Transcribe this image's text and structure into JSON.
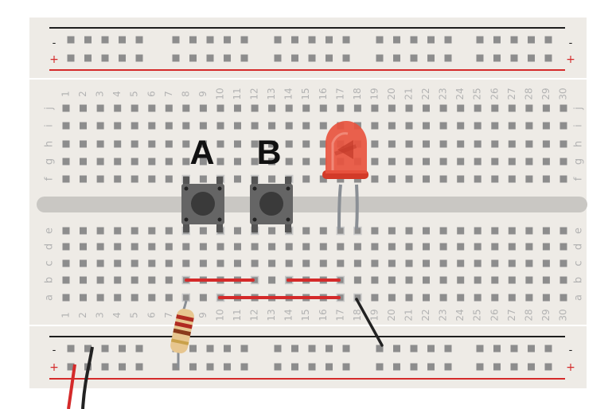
{
  "rails": {
    "minus": "-",
    "plus": "+",
    "colors": {
      "minus": "#1e1e1e",
      "plus": "#d42a2a"
    }
  },
  "columns": [
    "1",
    "2",
    "3",
    "4",
    "5",
    "6",
    "7",
    "8",
    "9",
    "10",
    "11",
    "12",
    "13",
    "14",
    "15",
    "16",
    "17",
    "18",
    "19",
    "20",
    "21",
    "22",
    "23",
    "24",
    "25",
    "26",
    "27",
    "28",
    "29",
    "30"
  ],
  "rows_top": [
    "j",
    "i",
    "h",
    "g",
    "f"
  ],
  "rows_bottom": [
    "e",
    "d",
    "c",
    "b",
    "a"
  ],
  "buttons": [
    {
      "label": "A"
    },
    {
      "label": "B"
    }
  ],
  "components": {
    "led": {
      "color": "#e8543f",
      "icon": "red-led"
    },
    "resistor": {
      "icon": "resistor-striped"
    },
    "pushbutton": {
      "icon": "tactile-pushbutton"
    }
  },
  "colors": {
    "board": "#eeebe6",
    "hole": "#8d8d8d",
    "wire_red": "#d42a2a",
    "wire_black": "#222222",
    "divider": "#c9c7c3"
  }
}
